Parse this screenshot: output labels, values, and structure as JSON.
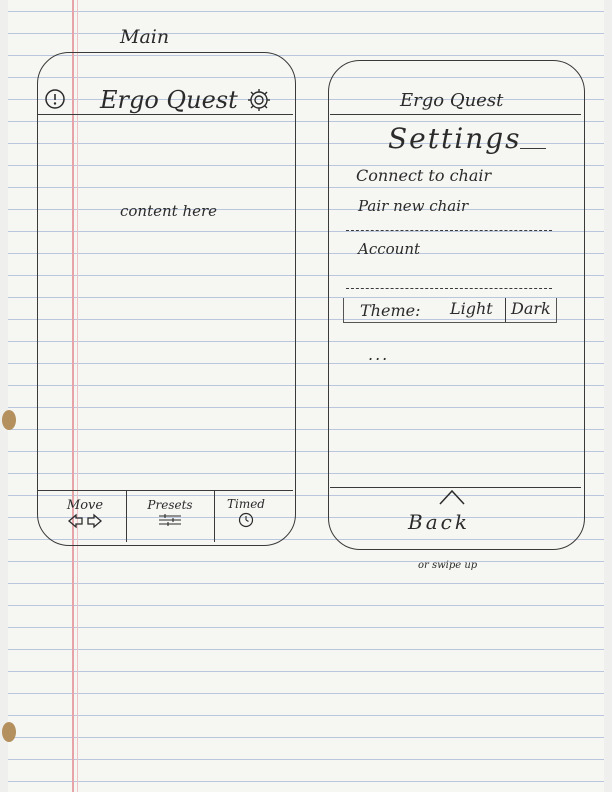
{
  "sketch_label": "Main",
  "main_screen": {
    "app_title": "Ergo Quest",
    "content_placeholder": "content here",
    "nav": [
      {
        "label": "Move",
        "icon": "left-right-arrows-icon"
      },
      {
        "label": "Presets",
        "icon": "sliders-icon"
      },
      {
        "label": "Timed",
        "icon": "clock-icon"
      }
    ],
    "left_icon": "info-icon",
    "right_icon": "gear-icon"
  },
  "settings_screen": {
    "app_title": "Ergo Quest",
    "heading": "Settings",
    "items": [
      "Connect to chair",
      "Pair new chair",
      "Account"
    ],
    "theme": {
      "label": "Theme:",
      "options": [
        "Light",
        "Dark"
      ]
    },
    "more": "...",
    "back_label": "Back",
    "back_icon": "caret-up-icon",
    "swipe_hint": "or swipe up"
  }
}
